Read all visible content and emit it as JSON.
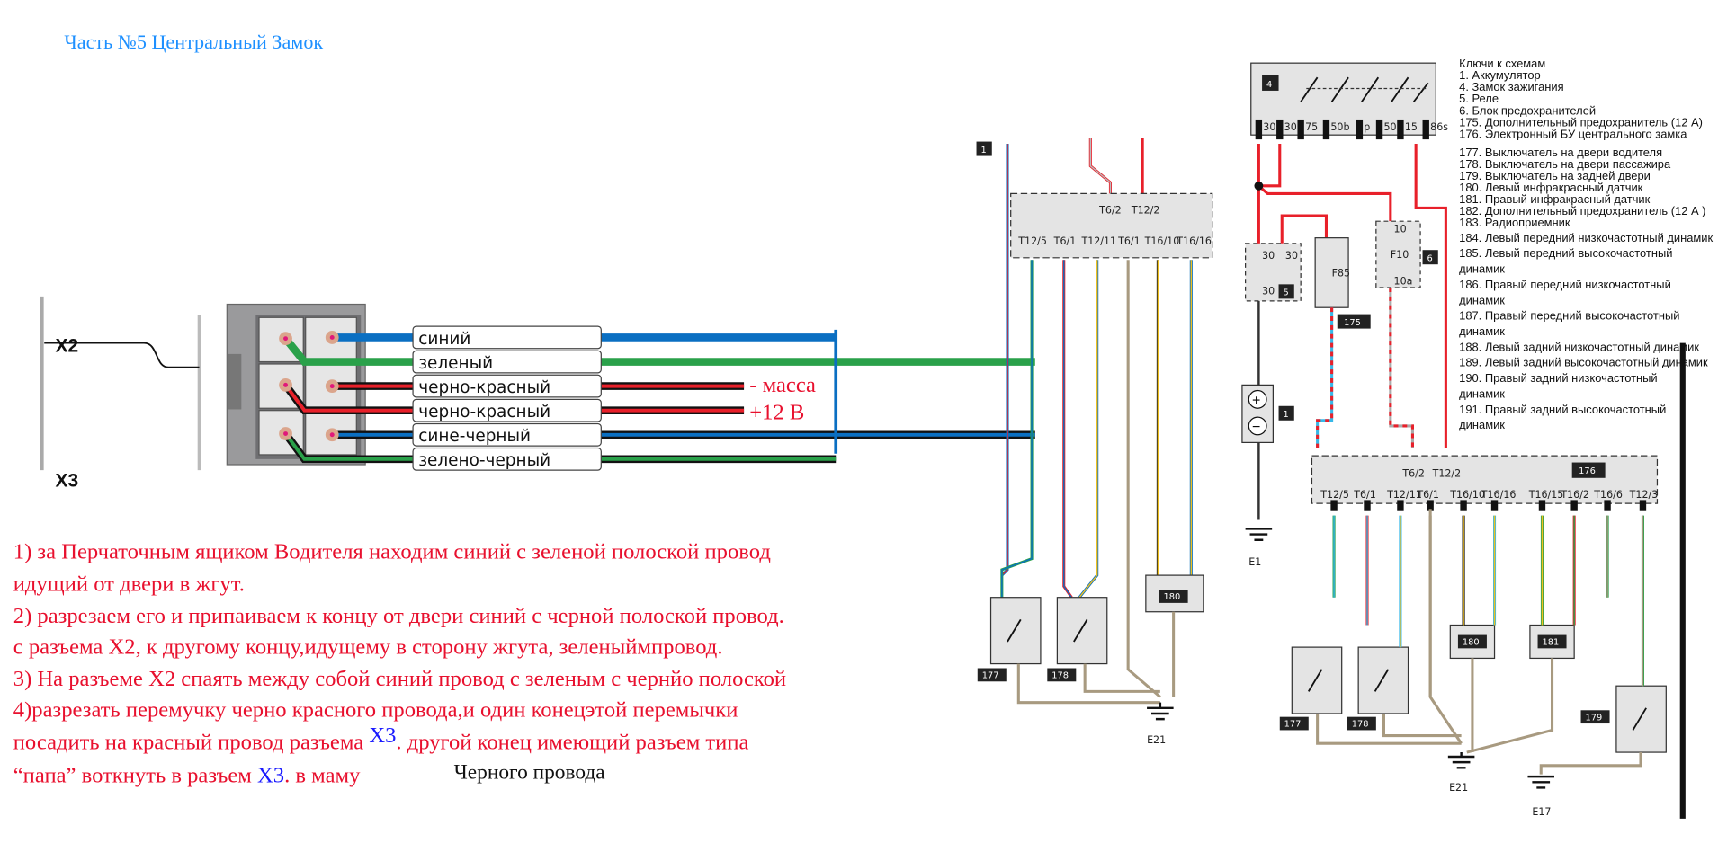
{
  "title": "Часть №5 Центральный Замок",
  "colors": {
    "title": "#1e90ff",
    "instructions": "#e8102e",
    "connector_ref": "#1a1aff",
    "wire_blue": "#0a6fc2",
    "wire_green": "#2aa14a",
    "wire_red": "#e8202a",
    "wire_black": "#111111"
  },
  "connector": {
    "name": "X2",
    "name_cut": "X3",
    "wires": [
      "синий",
      "зеленый",
      "черно-красный",
      "черно-красный",
      "сине-черный",
      "зелено-черный"
    ],
    "annot_ground": "- масса",
    "annot_plus": "+12 В"
  },
  "instructions": {
    "l1": "1) за Перчаточным ящиком Водителя находим синий с зеленой полоской провод",
    "l2": "идущий от двери в жгут.",
    "l3": "2) разрезаем его и припаиваем к концу от двери синий с черной полоской провод.",
    "l4a": "с разъема ",
    "l4b": "X2",
    "l4c": ", к другому концу,идущему в сторону жгута, зеленыймпровод.",
    "l5a": "3) На разъеме ",
    "l5b": "X2",
    "l5c": " спаять между собой синий провод с зеленым с чернйо полоской",
    "l6": "4)разрезать перемучку черно красного провода,и один конецэтой перемычки",
    "l7a": " посадить на красный провод разъема ",
    "l7b": "X3",
    "l7c": ". другой конец имеющий разъем типа",
    "l8a": "“папа” воткнуть в разъем ",
    "l8b": "X3",
    "l8c": ". в маму",
    "l8d": "Черного провода"
  },
  "diagram_mid": {
    "tag": "1",
    "top_pins": [
      "T6/2",
      "T12/2"
    ],
    "bottom_pins": [
      "T12/5",
      "T6/1",
      "T12/11",
      "T6/1",
      "T16/10",
      "T16/16"
    ],
    "switch_a": "177",
    "switch_b": "178",
    "sensor": "180",
    "ground": "E21"
  },
  "diagram_right": {
    "ignition": {
      "tag": "4",
      "pins": [
        "30",
        "30",
        "75",
        "50b",
        "p",
        "50",
        "15",
        "86s"
      ]
    },
    "relay": {
      "tag": "5",
      "pins": [
        "30",
        "30",
        "30"
      ]
    },
    "fuse_f85": {
      "name": "F85",
      "tag": "175"
    },
    "fuse_f10": {
      "name": "F10",
      "tag": "6",
      "pins": [
        "10",
        "10a"
      ]
    },
    "battery": {
      "tag": "1",
      "plus": "+",
      "minus": "−",
      "ground": "E1"
    },
    "ecu": {
      "tag": "176",
      "top_pins": [
        "T6/2",
        "T12/2"
      ],
      "bottom_pins": [
        "T12/5",
        "T6/1",
        "T12/11",
        "T6/1",
        "T16/10",
        "T16/16",
        "T16/15",
        "T16/2",
        "T16/6",
        "T12/3"
      ]
    },
    "switches": [
      "177",
      "178",
      "179"
    ],
    "sensors": [
      "180",
      "181"
    ],
    "grounds": [
      "E21",
      "E17"
    ]
  },
  "legend": [
    "Ключи к схемам",
    "1. Аккумулятор",
    "4. Замок зажигания",
    "5. Реле",
    "6. Блок предохранителей",
    "175. Дополнительный предохранитель (12 А)",
    "176. Электронный БУ центрального замка",
    "177.  Выключатель на двери водителя",
    "178.  Выключатель на двери пассажира",
    "179.  Выключатель на задней двери",
    "180.  Левый инфракрасный датчик",
    "181.  Правый инфракрасный датчик",
    "182.  Дополнительный предохранитель (12 А )",
    "183.  Радиоприемник",
    "184. Левый передний низкочастотный динамик",
    "185. Левый передний высокочастотный",
    "динамик",
    "186. Правый передний низкочастотный",
    "динамик",
    "187. Правый передний высокочастотный",
    "динамик",
    "188. Левый задний низкочастотный динамик",
    "189. Левый задний высокочастотный динамик",
    "190. Правый задний низкочастотный",
    "динамик",
    "191. Правый задний высокочастотный",
    "динамик"
  ]
}
